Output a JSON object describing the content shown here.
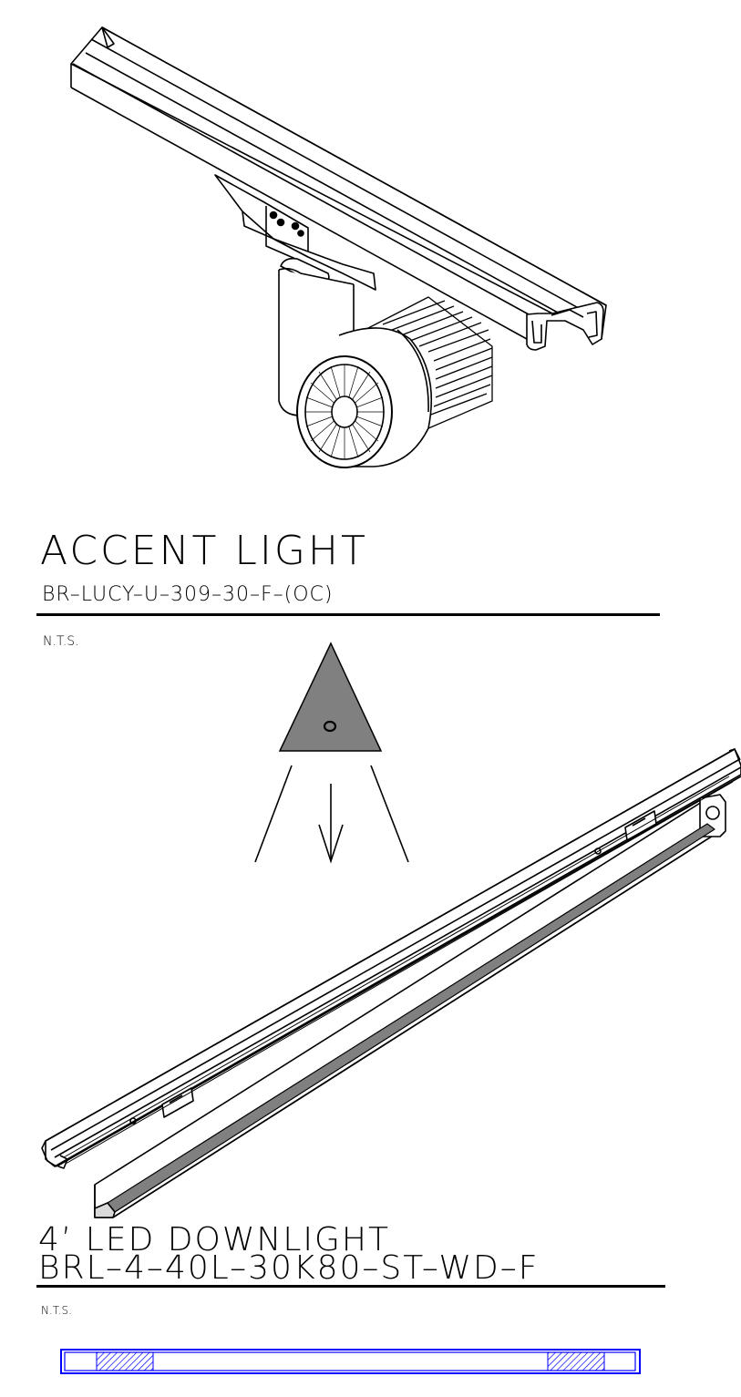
{
  "accent_light": {
    "title": "ACCENT LIGHT",
    "model": "BR–LUCY–U–309–30–F–(OC)",
    "scale_note": "N.T.S.",
    "symbol_color": "#808080"
  },
  "downlight": {
    "title": "4’ LED DOWNLIGHT",
    "model": "BRL–4–40L–30K80–ST–WD–F",
    "scale_note": "N.T.S.",
    "lens_color": "#808080"
  },
  "plan_symbol": {
    "frame_color": "#0000ff",
    "hatch_color": "#0000ff"
  }
}
